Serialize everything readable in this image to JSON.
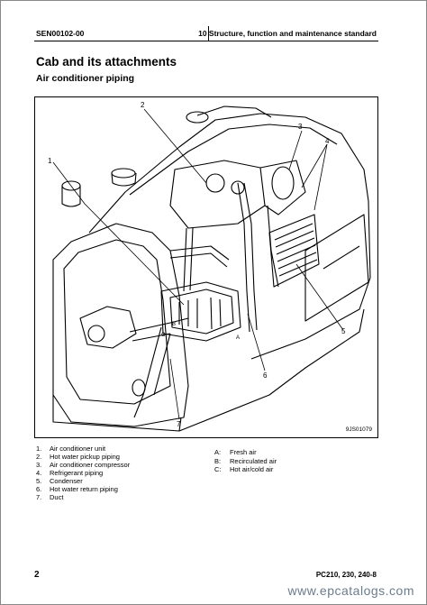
{
  "header": {
    "doc_code": "SEN00102-00",
    "section": "10 Structure, function and maintenance standard"
  },
  "title": "Cab and its attachments",
  "subtitle": "Air conditioner piping",
  "figure": {
    "id": "9JS01079",
    "callouts": [
      "1",
      "2",
      "3",
      "4",
      "5",
      "6",
      "7"
    ]
  },
  "legend_parts": [
    {
      "num": "1.",
      "text": "Air conditioner unit"
    },
    {
      "num": "2.",
      "text": "Hot water pickup piping"
    },
    {
      "num": "3.",
      "text": "Air conditioner compressor"
    },
    {
      "num": "4.",
      "text": "Refrigerant piping"
    },
    {
      "num": "5.",
      "text": "Condenser"
    },
    {
      "num": "6.",
      "text": "Hot water return piping"
    },
    {
      "num": "7.",
      "text": "Duct"
    }
  ],
  "legend_air": [
    {
      "key": "A:",
      "text": "Fresh air"
    },
    {
      "key": "B:",
      "text": "Recirculated air"
    },
    {
      "key": "C:",
      "text": "Hot air/cold air"
    }
  ],
  "footer": {
    "page": "2",
    "models": "PC210, 230, 240-8",
    "watermark": "www.epcatalogs.com"
  }
}
